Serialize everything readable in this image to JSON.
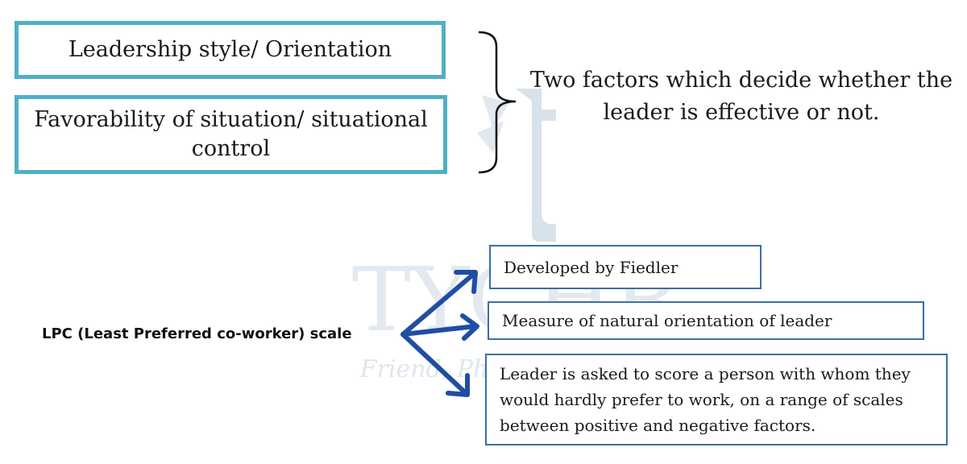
{
  "watermark": {
    "brand": "TYCHR",
    "tagline": "Friend, Philosopher, Guide"
  },
  "factors": {
    "box1": "Leadership style/ Orientation",
    "box2_line1": "Favorability of situation/ situational",
    "box2_line2": "control",
    "summary_line1": "Two factors which decide whether the",
    "summary_line2": "leader is effective or not."
  },
  "lpc": {
    "label": "LPC (Least Preferred co-worker) scale",
    "item1": "Developed by Fiedler",
    "item2": "Measure of natural orientation of leader",
    "item3_line1": "Leader is asked to score a person with whom they",
    "item3_line2": "would hardly prefer to work, on a range of scales",
    "item3_line3": "between positive and negative factors."
  },
  "colors": {
    "top_box_border": "#4fb0c6",
    "info_box_border": "#3d6ea6",
    "arrow": "#1f4ea3",
    "watermark": "#c9d6e3"
  }
}
